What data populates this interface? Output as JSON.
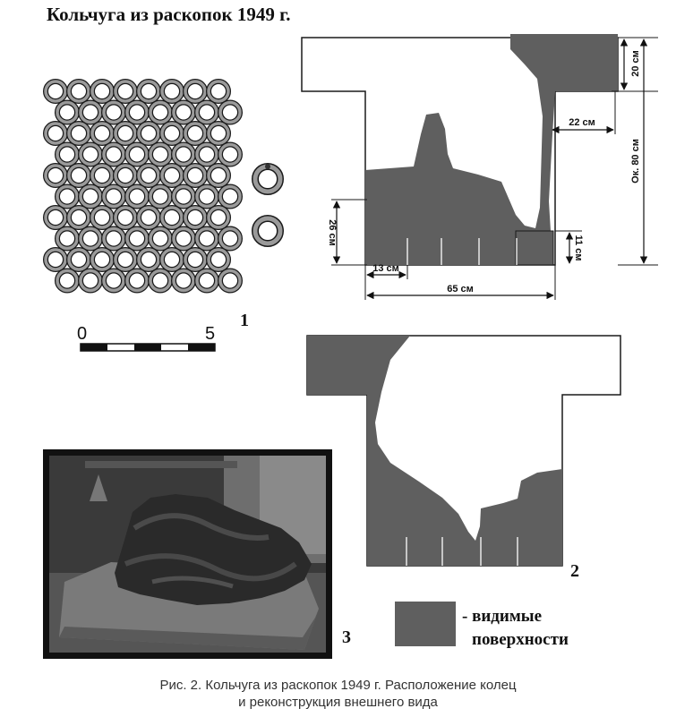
{
  "title": "Кольчуга из раскопок 1949 г.",
  "scale": {
    "start": "0",
    "end": "5"
  },
  "figure_numbers": {
    "f1": "1",
    "f2": "2",
    "f3": "3"
  },
  "dimensions": {
    "height_20": "20 см",
    "width_22": "22 см",
    "total_80": "Ок. 80 см",
    "side_26": "26 см",
    "cuff_11": "11 см",
    "hem_13": "13 см",
    "width_65": "65 см"
  },
  "legend": {
    "line1": "- видимые",
    "line2": "поверхности"
  },
  "caption": {
    "line1": "Рис. 2. Кольчуга из раскопок 1949 г. Расположение колец",
    "line2": "и реконструкция внешнего вида"
  },
  "colors": {
    "fill": "#5f5f5f",
    "outline": "#1a1a1a",
    "ring": "#9a9a9a",
    "photo_bg": "#3a3a3a",
    "photo_base": "#7a7a7a"
  }
}
